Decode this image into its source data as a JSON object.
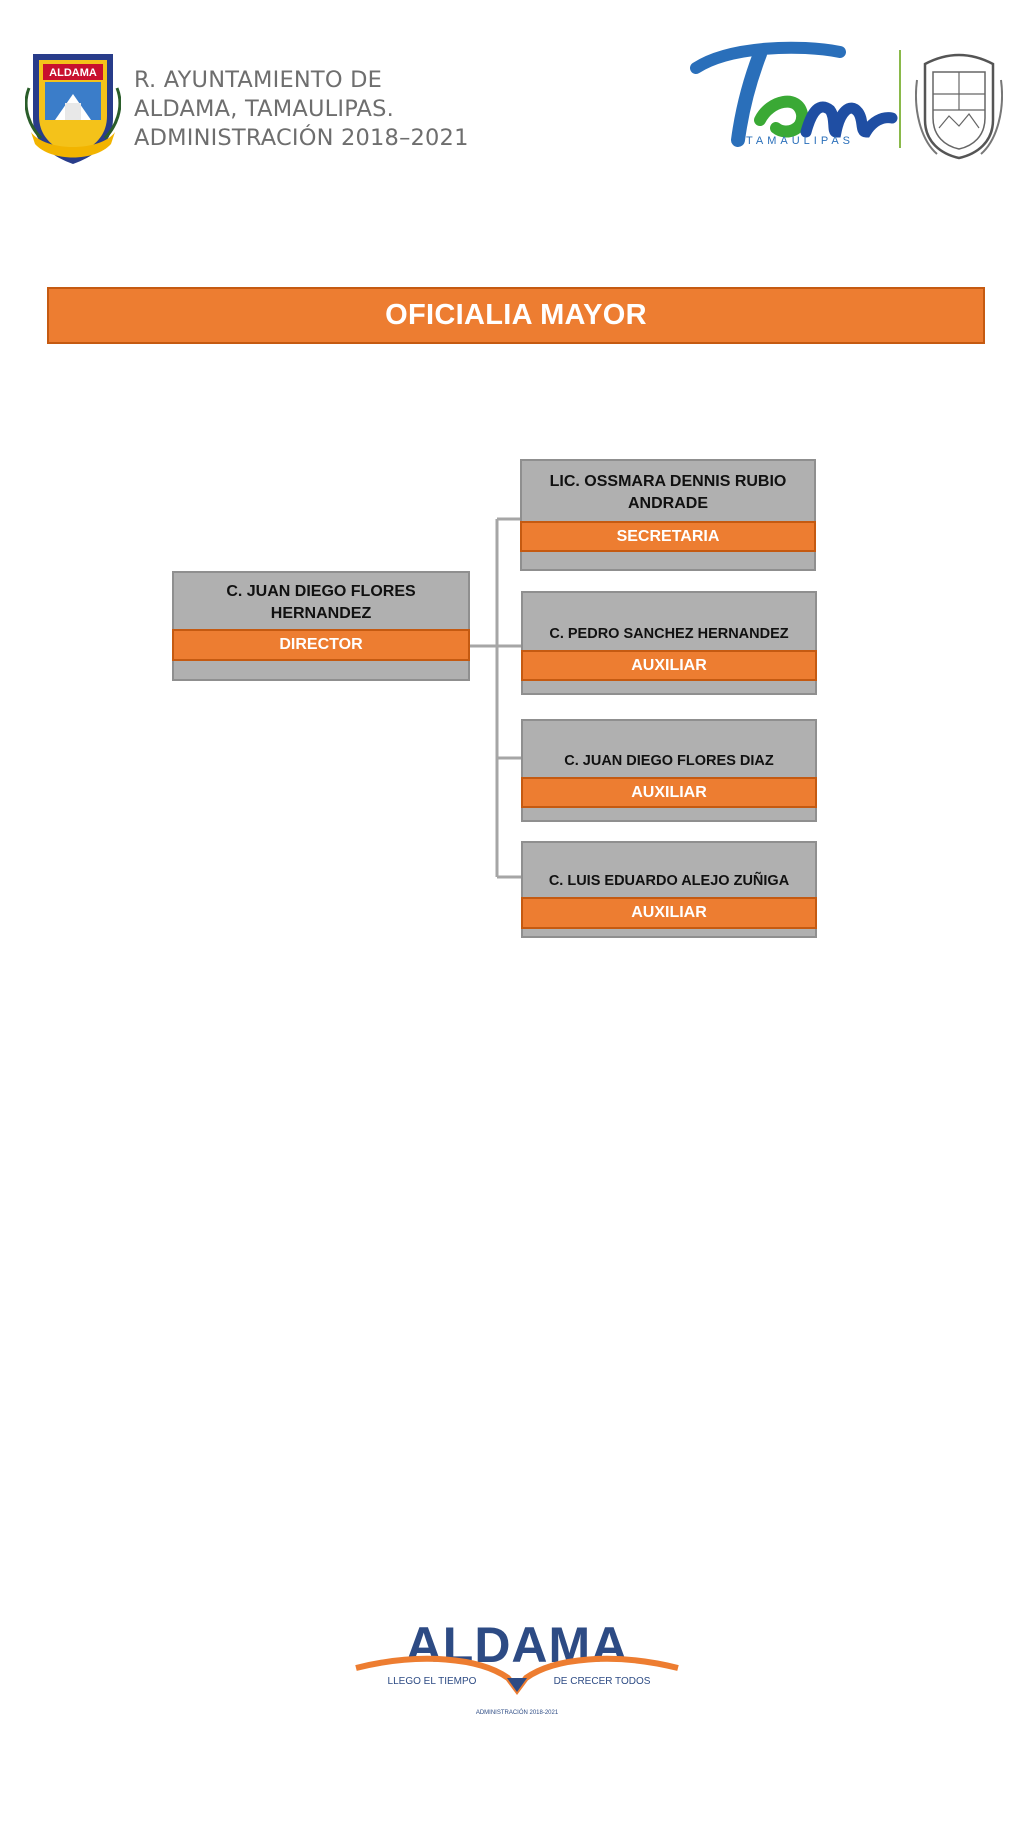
{
  "header": {
    "lines": [
      "R. AYUNTAMIENTO DE",
      "ALDAMA, TAMAULIPAS.",
      "ADMINISTRACIÓN  2018–2021"
    ],
    "left_logo_text": "ALDAMA",
    "right_logo_text": "Tam",
    "right_logo_sub": "TAMAULIPAS"
  },
  "title": "OFICIALIA MAYOR",
  "director": {
    "name": "C. JUAN DIEGO FLORES HERNANDEZ",
    "role": "DIRECTOR"
  },
  "staff": [
    {
      "name": "LIC. OSSMARA DENNIS RUBIO ANDRADE",
      "role": "SECRETARIA"
    },
    {
      "name": "C. PEDRO SANCHEZ HERNANDEZ",
      "role": "AUXILIAR"
    },
    {
      "name": "C. JUAN DIEGO FLORES DIAZ",
      "role": "AUXILIAR"
    },
    {
      "name": "C. LUIS EDUARDO ALEJO ZUÑIGA",
      "role": "AUXILIAR"
    }
  ],
  "footer_logo": {
    "wordmark": "ALDAMA",
    "slogan_left": "LLEGO EL TIEMPO",
    "slogan_right": "DE CRECER TODOS",
    "small": "ADMINISTRACIÓN 2018-2021"
  },
  "colors": {
    "accent": "#ed7d31",
    "accent_border": "#c55a11",
    "box_gray": "#b0b0b0",
    "connector": "#a6a6a6"
  }
}
